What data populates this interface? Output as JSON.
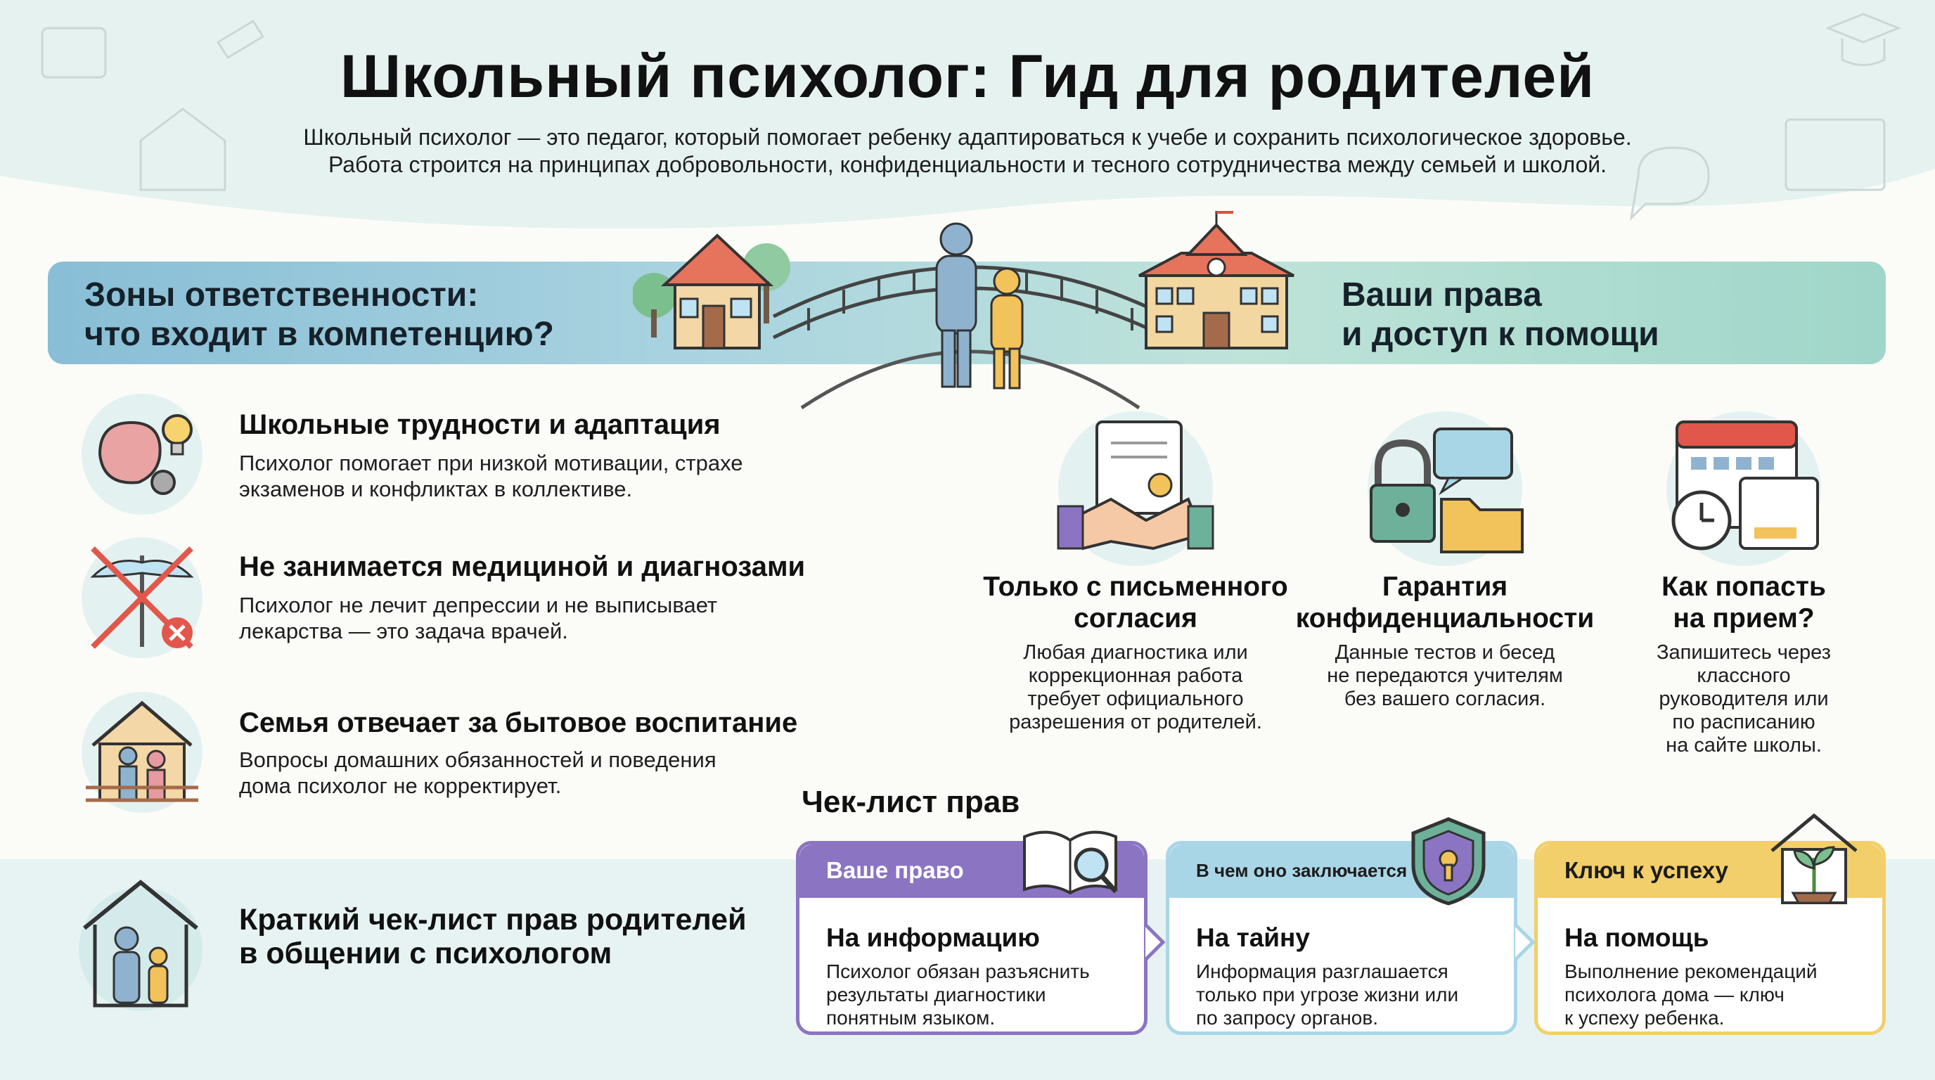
{
  "title": "Школьный психолог: Гид для родителей",
  "intro": "Школьный психолог — это педагог, который помогает ребенку адаптироваться к учебе и сохранить психологическое здоровье. Работа строится на принципах добровольности, конфиденциальности и тесного сотрудничества между семьей и школой.",
  "banner": {
    "left_line1": "Зоны ответственности:",
    "left_line2": "что входит в компетенцию?",
    "right_line1": "Ваши права",
    "right_line2": "и доступ к помощи"
  },
  "zones": [
    {
      "icon": "brain-lightbulb-icon",
      "heading": "Школьные трудности и адаптация",
      "line1": "Психолог помогает при низкой мотивации, страхе",
      "line2": "экзаменов и конфликтах в коллективе."
    },
    {
      "icon": "no-medicine-icon",
      "heading": "Не занимается медициной и диагнозами",
      "line1": "Психолог не лечит депрессии и не выписывает",
      "line2": "лекарства — это задача врачей."
    },
    {
      "icon": "family-house-icon",
      "heading": "Семья отвечает за бытовое воспитание",
      "line1": "Вопросы домашних обязанностей и поведения",
      "line2": "дома психолог не корректирует."
    }
  ],
  "rights": [
    {
      "icon": "handshake-document-icon",
      "heading_l1": "Только с письменного",
      "heading_l2": "согласия",
      "lines": [
        "Любая диагностика или",
        "коррекционная работа",
        "требует официального",
        "разрешения от родителей."
      ]
    },
    {
      "icon": "lock-folder-icon",
      "heading_l1": "Гарантия",
      "heading_l2": "конфиденциальности",
      "lines": [
        "Данные тестов и бесед",
        "не передаются учителям",
        "без вашего согласия."
      ]
    },
    {
      "icon": "calendar-clock-icon",
      "heading_l1": "Как попасть",
      "heading_l2": "на прием?",
      "lines": [
        "Запишитесь через",
        "классного",
        "руководителя или",
        "по расписанию",
        "на сайте школы."
      ]
    }
  ],
  "checklist": {
    "title": "Чек-лист прав",
    "cards": [
      {
        "tag": "Ваше право",
        "heading": "На информацию",
        "lines": [
          "Психолог обязан разъяснить",
          "результаты диагностики",
          "понятным языком."
        ],
        "color": "#8b74c2",
        "icon": "book-magnifier-icon"
      },
      {
        "tag": "В чем оно заключается",
        "heading": "На тайну",
        "lines": [
          "Информация разглашается",
          "только при угрозе жизни или",
          "по запросу органов."
        ],
        "color": "#a9d6e6",
        "icon": "shield-lock-icon"
      },
      {
        "tag": "Ключ к успеху",
        "heading": "На помощь",
        "lines": [
          "Выполнение рекомендаций",
          "психолога домa — ключ",
          "к успеху ребенка."
        ],
        "color": "#f2cf6a",
        "icon": "house-plant-icon"
      }
    ]
  },
  "bottom": {
    "icon": "house-parent-child-icon",
    "line1": "Краткий чек-лист прав родителей",
    "line2": "в общении с психологом"
  }
}
